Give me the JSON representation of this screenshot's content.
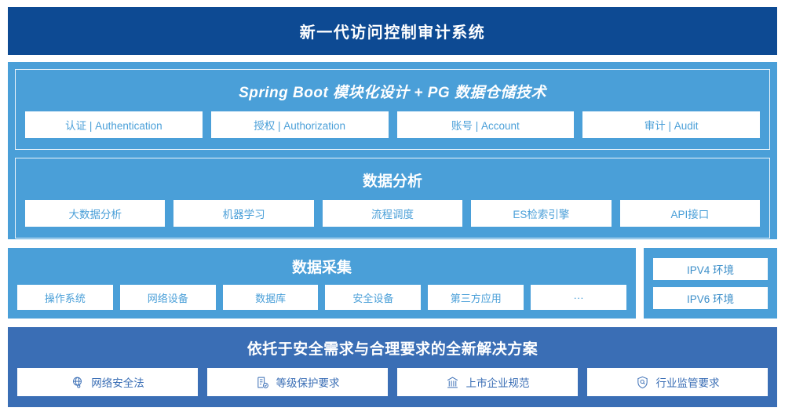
{
  "header": {
    "title": "新一代访问控制审计系统"
  },
  "platform": {
    "app_layer": {
      "title": "Spring Boot 模块化设计 + PG 数据仓储技术",
      "items": [
        {
          "label": "认证 | Authentication"
        },
        {
          "label": "授权 | Authorization"
        },
        {
          "label": "账号 | Account"
        },
        {
          "label": "审计 | Audit"
        }
      ]
    },
    "analysis_layer": {
      "title": "数据分析",
      "items": [
        {
          "label": "大数据分析"
        },
        {
          "label": "机器学习"
        },
        {
          "label": "流程调度"
        },
        {
          "label": "ES检索引擎"
        },
        {
          "label": "API接口"
        }
      ]
    }
  },
  "collection": {
    "title": "数据采集",
    "items": [
      {
        "label": "操作系统"
      },
      {
        "label": "网络设备"
      },
      {
        "label": "数据库"
      },
      {
        "label": "安全设备"
      },
      {
        "label": "第三方应用"
      },
      {
        "label": "···"
      }
    ]
  },
  "environments": {
    "items": [
      {
        "label": "IPV4 环境"
      },
      {
        "label": "IPV6 环境"
      }
    ]
  },
  "solution": {
    "title": "依托于安全需求与合理要求的全新解决方案",
    "items": [
      {
        "label": "网络安全法",
        "icon": "globe-network-icon"
      },
      {
        "label": "等级保护要求",
        "icon": "document-check-icon"
      },
      {
        "label": "上市企业规范",
        "icon": "bank-building-icon"
      },
      {
        "label": "行业监管要求",
        "icon": "shield-search-icon"
      }
    ]
  },
  "colors": {
    "header_navy": "#0d4a93",
    "panel_blue": "#4a9fd8",
    "solution_blue": "#3a6eb5",
    "chip_white": "#ffffff"
  }
}
